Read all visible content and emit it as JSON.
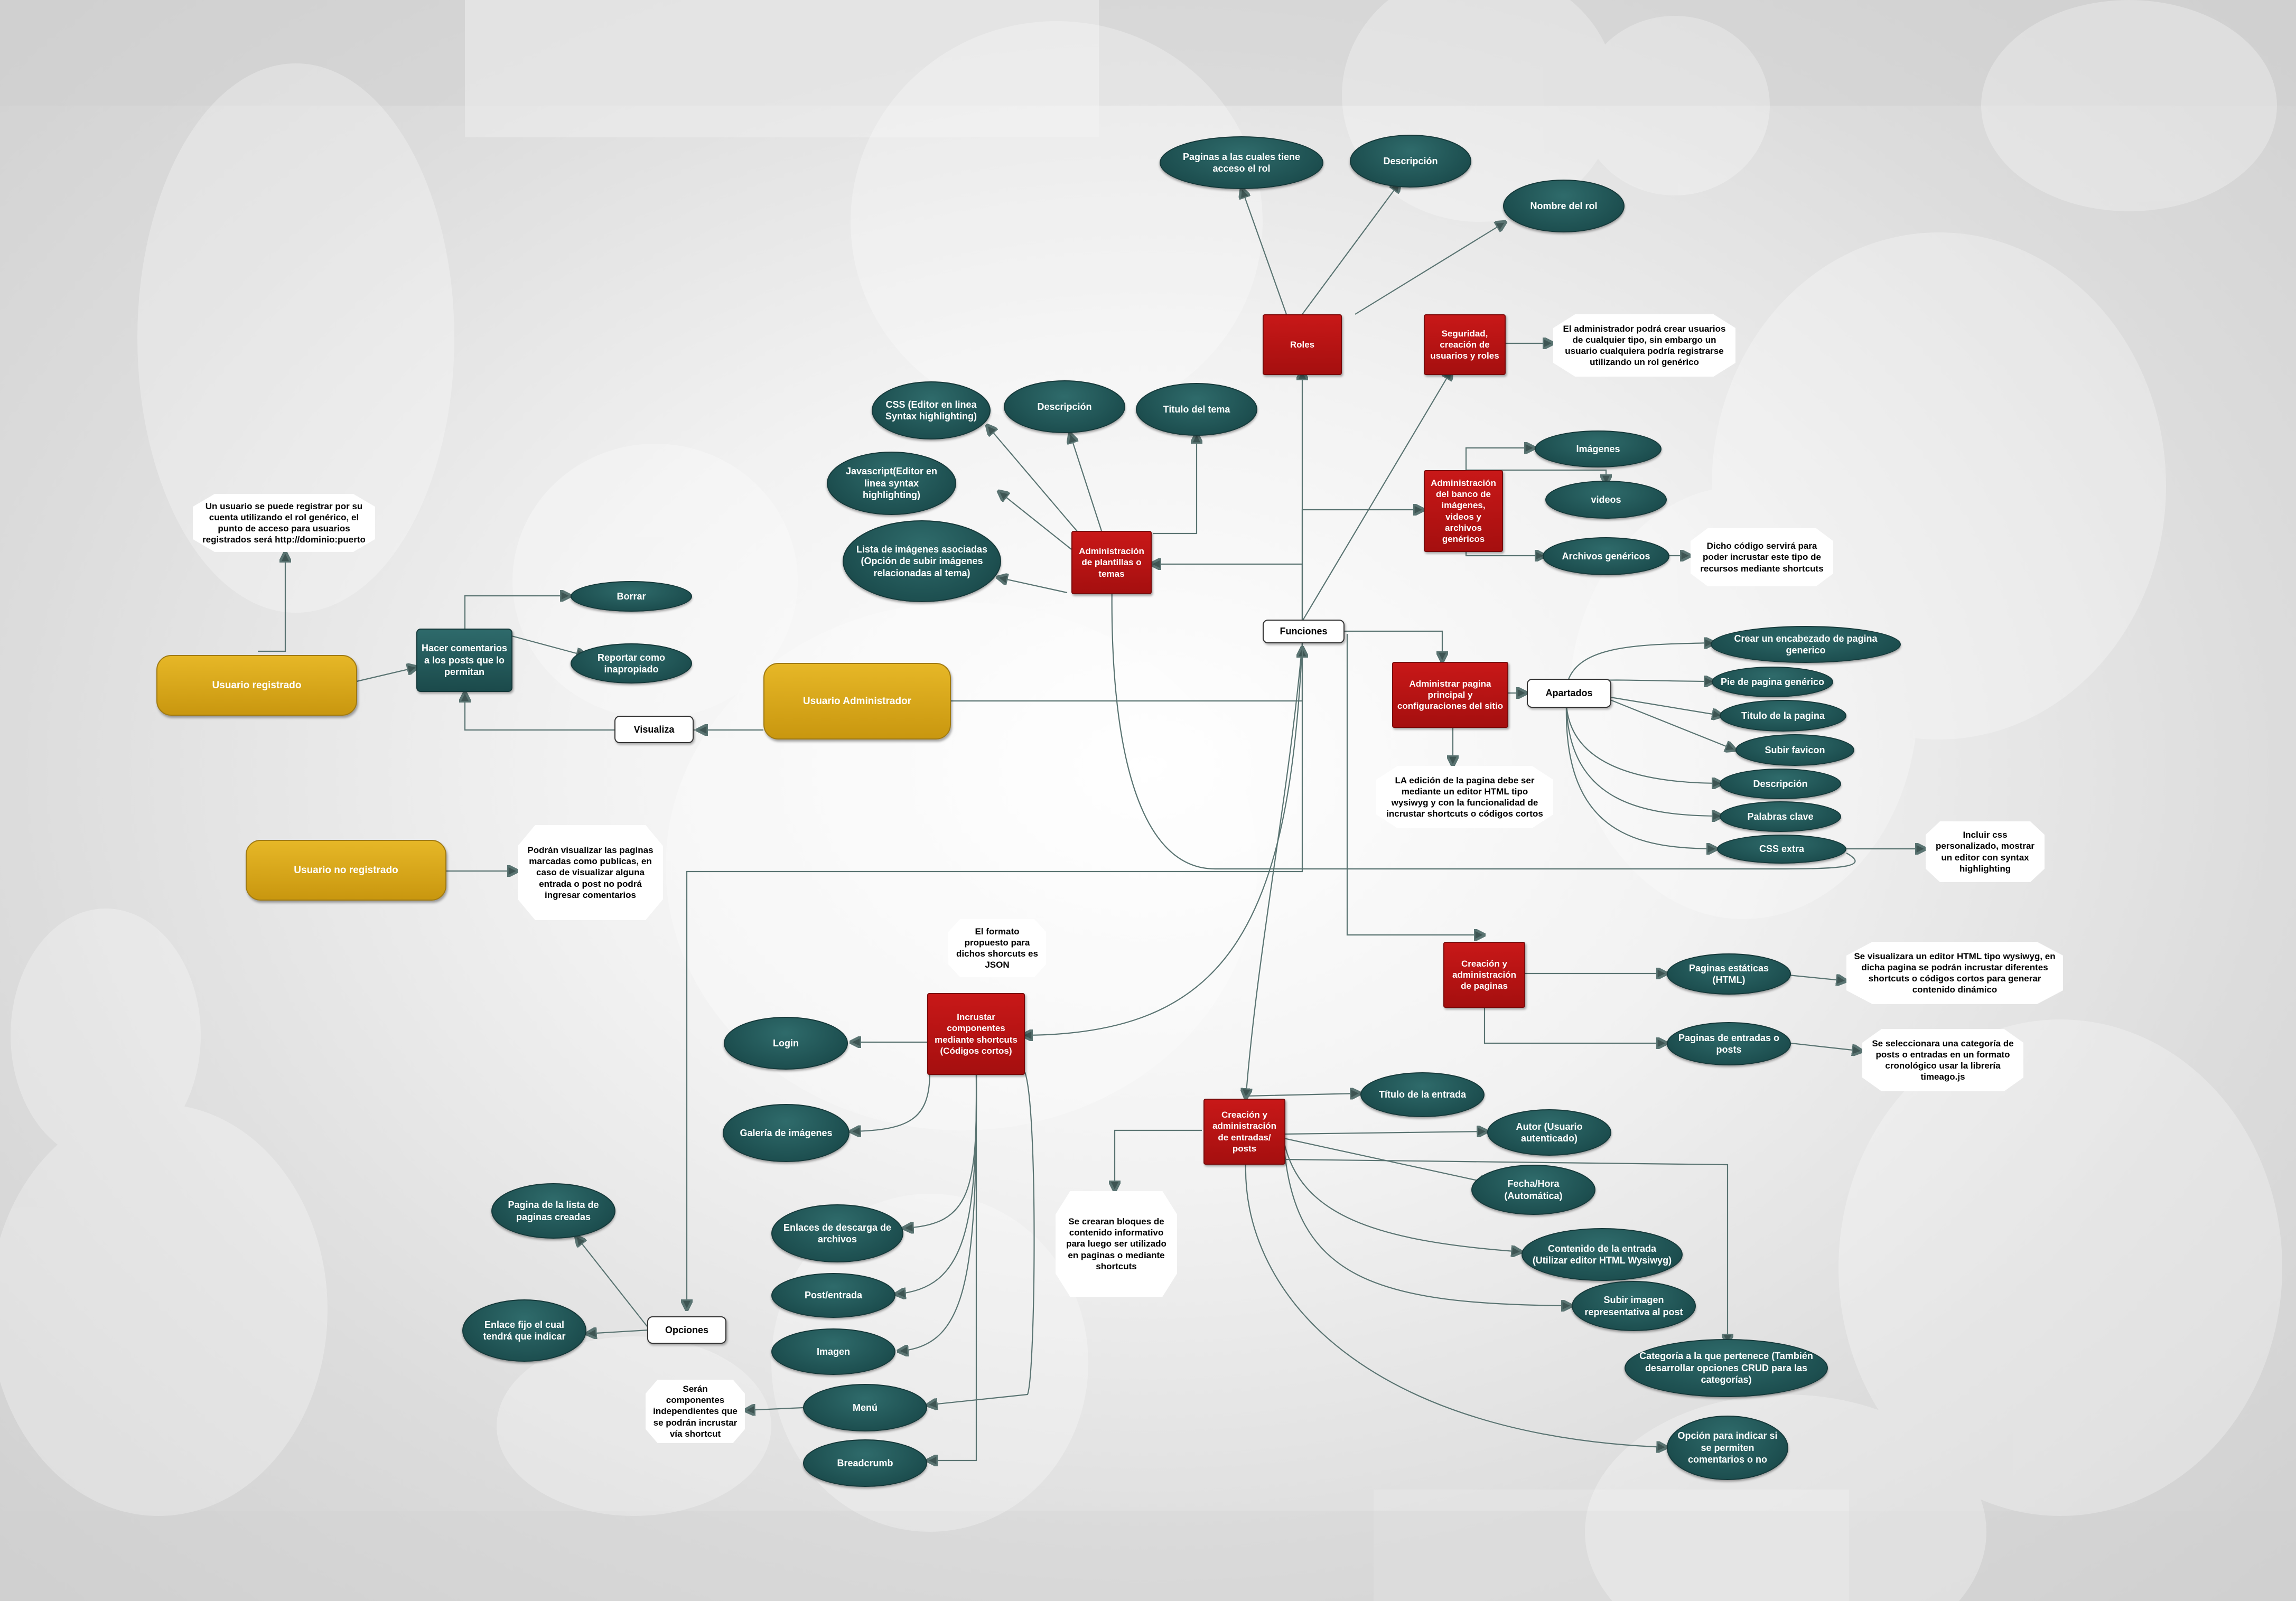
{
  "nodes": {
    "roles": "Roles",
    "paginas_acceso": "Paginas a las cuales tiene acceso el rol",
    "desc_rol": "Descripción",
    "nombre_rol": "Nombre del rol",
    "seguridad": "Seguridad, creación de usuarios y roles",
    "nota_seguridad": "El administrador podrá crear usuarios de cualquier tipo, sin embargo un usuario cualquiera podría registrarse utilizando un rol genérico",
    "banco": "Administración del banco de imágenes, videos y archivos genéricos",
    "imagenes": "Imágenes",
    "videos": "videos",
    "archivos_genericos": "Archivos genéricos",
    "nota_shortcuts": "Dicho código servirá para poder incrustar este tipo de recursos mediante shortcuts",
    "plantillas": "Administración de plantillas o temas",
    "css_editor": "CSS (Editor en linea Syntax highlighting)",
    "desc_tema": "Descripción",
    "titulo_tema": "Titulo del tema",
    "js_editor": "Javascript(Editor en linea syntax highlighting)",
    "lista_imagenes": "Lista de imágenes asociadas (Opción de subir imágenes relacionadas al tema)",
    "funciones": "Funciones",
    "nota_registro": "Un usuario se puede registrar por su cuenta utilizando el rol genérico, el punto de acceso para usuarios registrados será http://dominio:puerto",
    "usuario_registrado": "Usuario registrado",
    "hacer_comentarios": "Hacer comentarios a los posts que lo permitan",
    "borrar": "Borrar",
    "reportar": "Reportar como inapropiado",
    "usuario_admin": "Usuario Administrador",
    "visualiza": "Visualiza",
    "usuario_no_registrado": "Usuario no registrado",
    "nota_no_registrado": "Podrán visualizar las paginas marcadas como publicas, en caso de visualizar alguna entrada o post no podrá ingresar comentarios",
    "pagina_principal": "Administrar pagina principal y configuraciones del sitio",
    "apartados": "Apartados",
    "encabezado": "Crear un encabezado de pagina generico",
    "pie": "Pie de pagina genérico",
    "titulo_pagina": "Titulo de la pagina",
    "favicon": "Subir favicon",
    "desc_pagina": "Descripción",
    "palabras_clave": "Palabras clave",
    "css_extra": "CSS extra",
    "nota_css": "Incluir css personalizado, mostrar un editor con syntax highlighting",
    "nota_html": "LA edición de la pagina debe ser mediante un editor HTML tipo wysiwyg y con la funcionalidad de incrustar shortcuts o códigos cortos",
    "nota_json": "El formato propuesto para dichos shorcuts es JSON",
    "incrustar": "Incrustar componentes mediante shortcuts (Códigos cortos)",
    "login": "Login",
    "galeria": "Galería de imágenes",
    "enlaces_descarga": "Enlaces de descarga de archivos",
    "post_entrada": "Post/entrada",
    "imagen": "Imagen",
    "menu": "Menú",
    "breadcrumb": "Breadcrumb",
    "nota_componentes": "Serán componentes independientes que se podrán incrustar vía shortcut",
    "creacion_paginas": "Creación y administración de paginas",
    "paginas_estaticas": "Paginas estáticas (HTML)",
    "nota_wysiwyg": "Se visualizara un editor HTML tipo wysiwyg, en dicha pagina se podrán incrustar diferentes shortcuts o códigos cortos para generar contenido dinámico",
    "paginas_entradas": "Paginas de entradas o posts",
    "nota_timeago": "Se seleccionara una categoría de posts o entradas en un formato cronológico usar la librería timeago.js",
    "creacion_entradas": "Creación y administración de entradas/ posts",
    "titulo_entrada": "Título de la entrada",
    "autor": "Autor (Usuario autenticado)",
    "fecha": "Fecha/Hora (Automática)",
    "contenido": "Contenido de la entrada (Utilizar editor HTML Wysiwyg)",
    "subir_imagen": "Subir imagen representativa al post",
    "categoria": "Categoría a la que pertenece (También desarrollar opciones CRUD para las categorías)",
    "opcion_comentarios": "Opción para indicar si se permiten comentarios o no",
    "nota_bloques": "Se crearan bloques de contenido informativo para luego ser utilizado en paginas o mediante shortcuts",
    "pagina_lista": "Pagina de la lista de paginas creadas",
    "enlace_fijo": "Enlace fijo el cual tendrá que indicar",
    "opciones": "Opciones"
  },
  "colors": {
    "process_red": "#b31313",
    "topic_teal": "#1f5253",
    "actor_gold": "#d9a81a",
    "note_white": "#ffffff",
    "connector": "#5a7472"
  }
}
